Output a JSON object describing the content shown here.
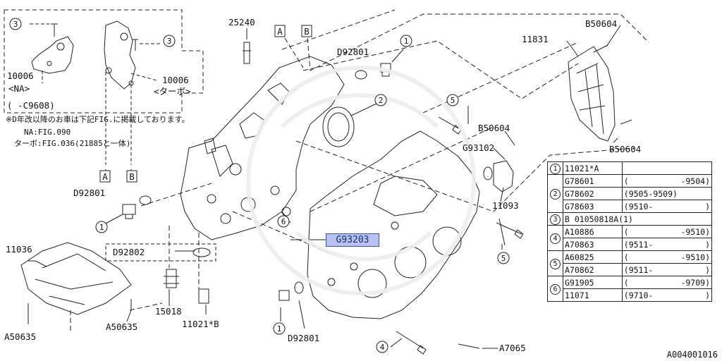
{
  "labels": {
    "p25240": "25240",
    "pA": "A",
    "pB": "B",
    "pD92801_top": "D92801",
    "p11831": "11831",
    "pB50604_top": "B50604",
    "pB50604_mid": "B50604",
    "pB50604_bot": "B50604",
    "pG93102": "G93102",
    "p11093": "11093",
    "pD92801_left": "D92801",
    "pD92802": "D92802",
    "p11036": "11036",
    "pA50635_left": "A50635",
    "pA50635_mid": "A50635",
    "p15018": "15018",
    "p11021B": "11021*B",
    "pD92801_bot": "D92801",
    "pA7065": "A7065",
    "inset_10006_na": "10006",
    "inset_na": "<NA>",
    "inset_10006_turbo": "10006",
    "inset_turbo": "<ターボ>",
    "inset_range": "(     -C9608)",
    "inset_A": "A",
    "inset_B": "B",
    "c1": "1",
    "c2": "2",
    "c3": "3",
    "c4": "4",
    "c5": "5",
    "c6": "6"
  },
  "highlighted_part": "G93203",
  "note": {
    "line1": "※D年改以降のお車は下記FIG.に掲載しております。",
    "line2": "NA:FIG.090",
    "line3": "ターボ:FIG.036(21885と一体)"
  },
  "reference": "A004001016",
  "parts_table": [
    {
      "idx": "1",
      "part": "11021*A",
      "from": "",
      "to": ""
    },
    {
      "idx": "2",
      "part": "G78601",
      "from": "(",
      "to": "-9504)"
    },
    {
      "idx": "",
      "part": "G78602",
      "from": "(9505-9509)",
      "to": ""
    },
    {
      "idx": "",
      "part": "G78603",
      "from": "(9510-",
      "to": ")"
    },
    {
      "idx": "3",
      "part": "B 01050818A(1)",
      "from": "",
      "to": ""
    },
    {
      "idx": "4",
      "part": "A10886",
      "from": "(",
      "to": "-9510)"
    },
    {
      "idx": "",
      "part": "A70863",
      "from": "(9511-",
      "to": ")"
    },
    {
      "idx": "5",
      "part": "A60825",
      "from": "(",
      "to": "-9510)"
    },
    {
      "idx": "",
      "part": "A70862",
      "from": "(9511-",
      "to": ")"
    },
    {
      "idx": "6",
      "part": "G91905",
      "from": "(",
      "to": "-9709)"
    },
    {
      "idx": "",
      "part": "11071",
      "from": "(9710-",
      "to": ")"
    }
  ]
}
